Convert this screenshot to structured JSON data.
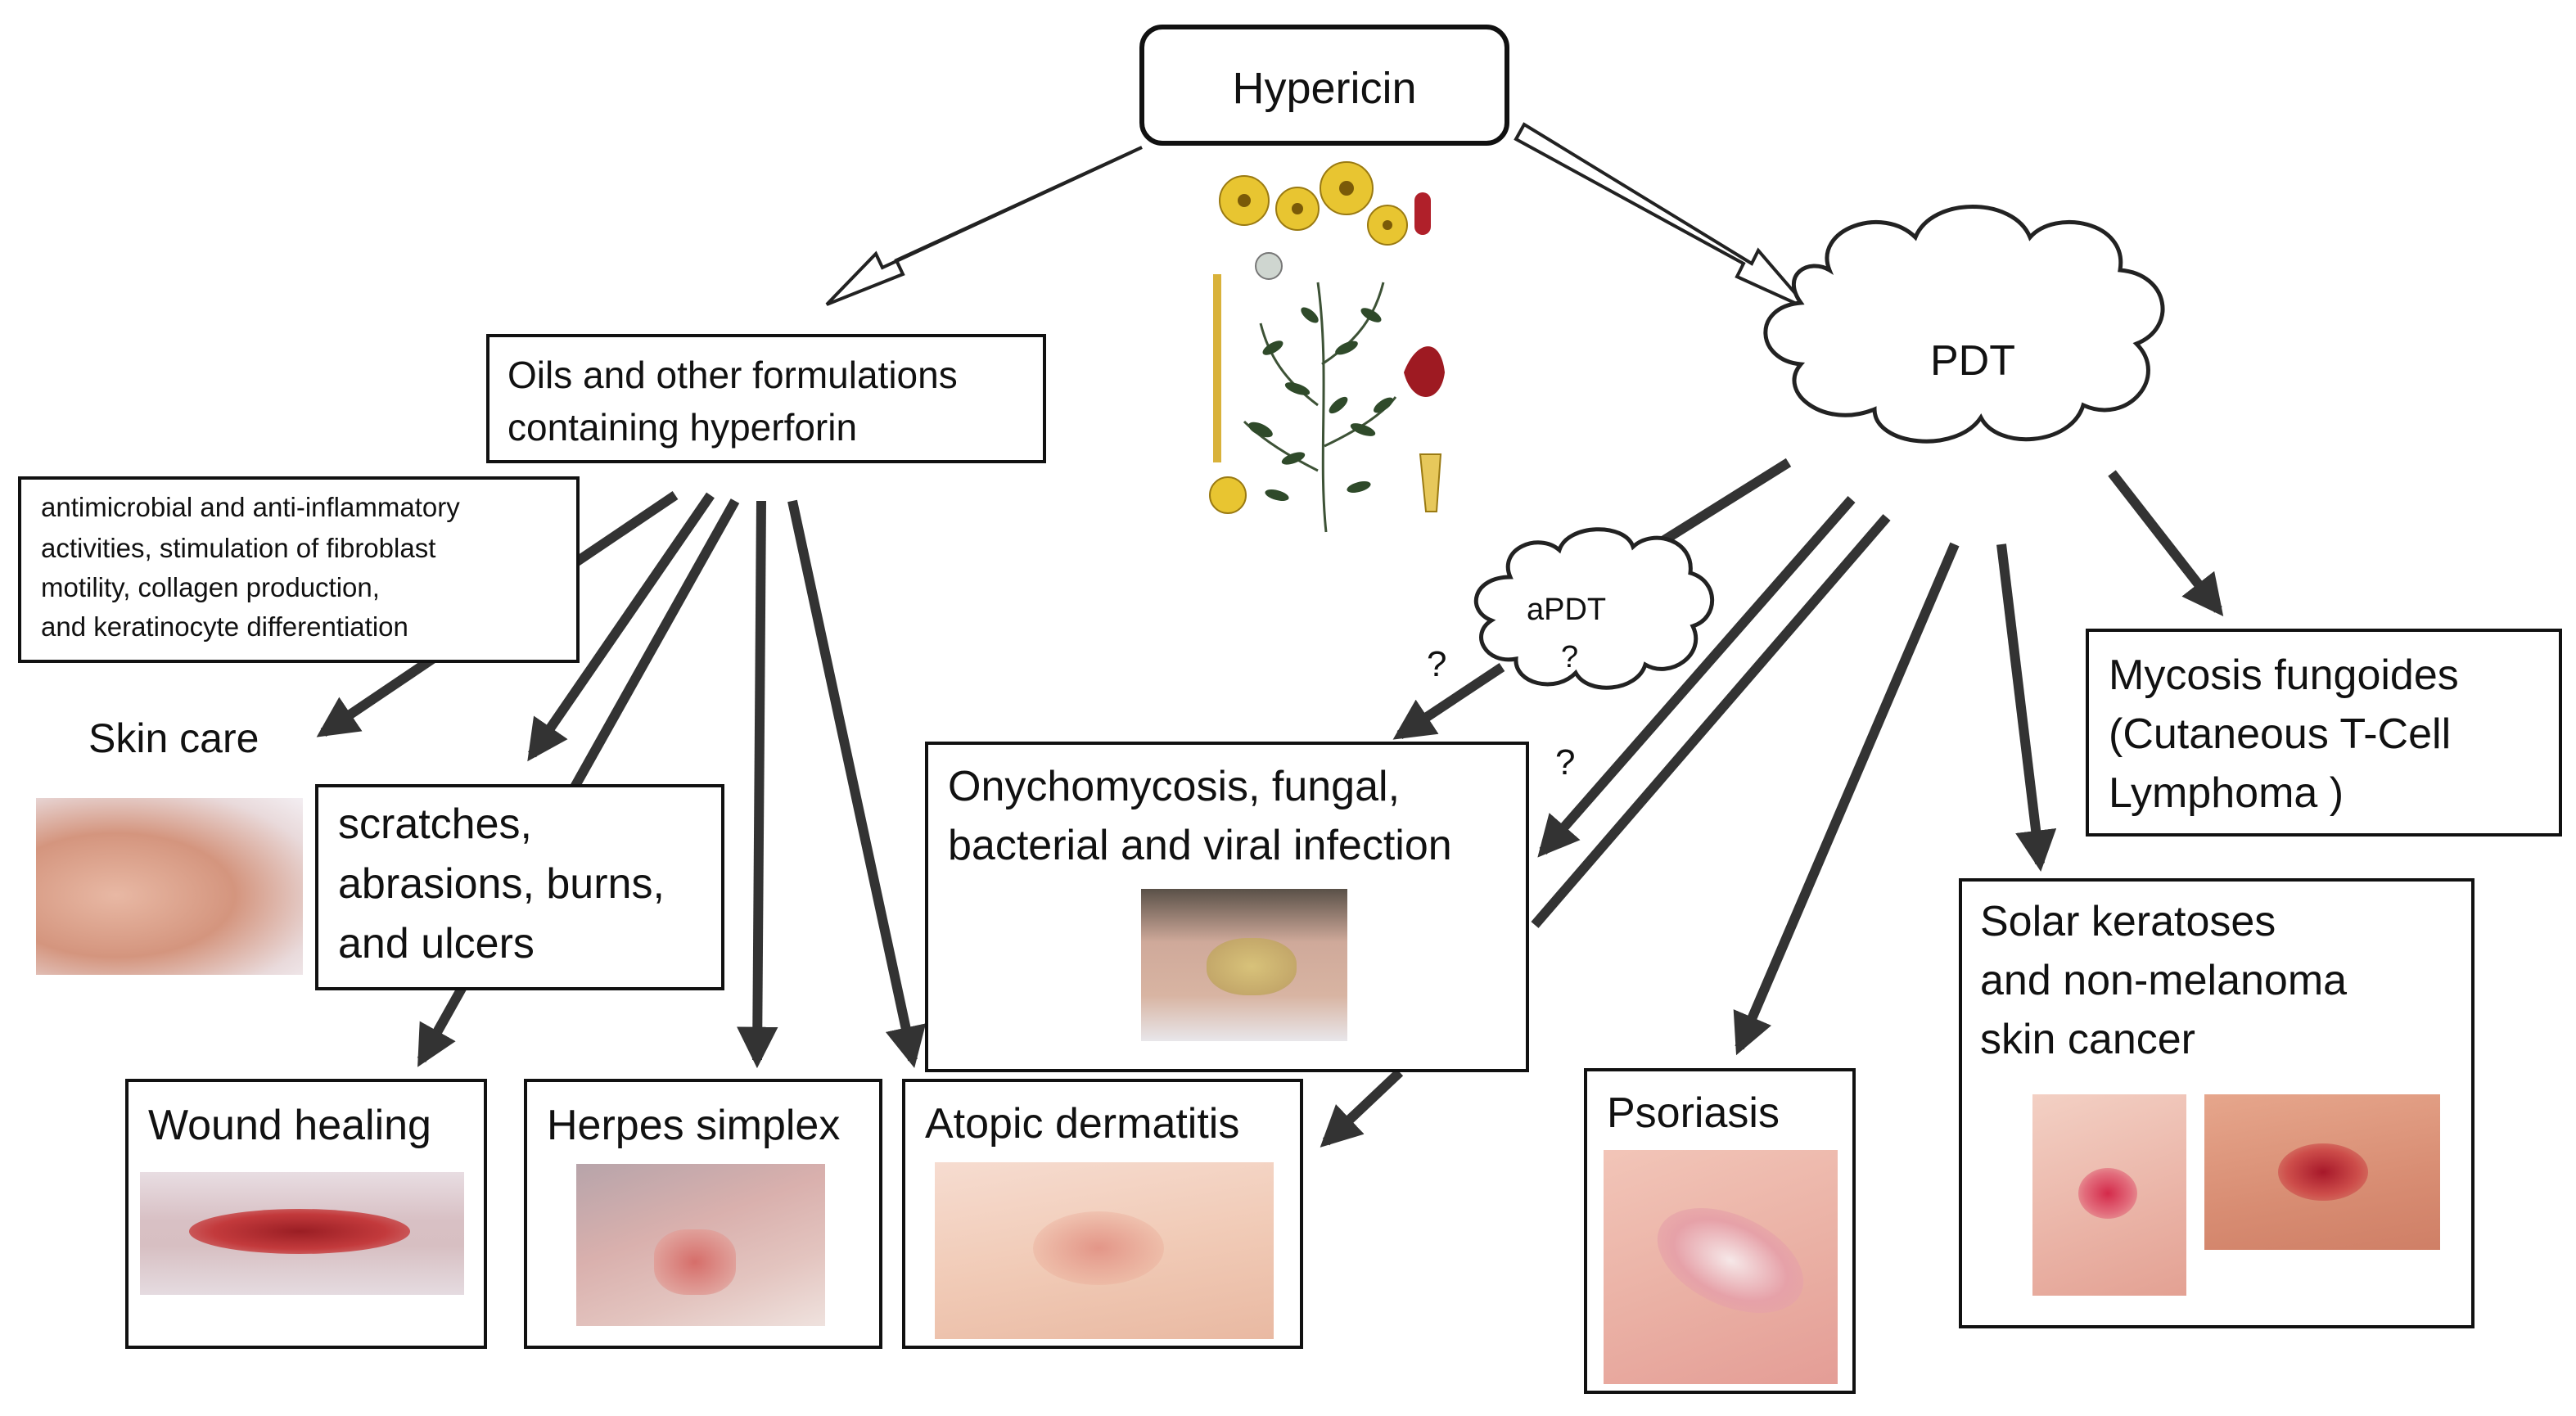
{
  "hypericin": "Hypericin",
  "oils": {
    "line1": "Oils and other formulations",
    "line2": "containing hyperforin"
  },
  "activities": {
    "line1": "antimicrobial and anti-inflammatory",
    "line2": "activities, stimulation of fibroblast",
    "line3": "motility, collagen production,",
    "line4": "and keratinocyte differentiation"
  },
  "pdt": "PDT",
  "apdt": {
    "line1": "aPDT",
    "line2": "?"
  },
  "question_mark": "?",
  "skin_care": "Skin care",
  "scratches": {
    "line1": "scratches,",
    "line2": "abrasions, burns,",
    "line3": "and ulcers"
  },
  "wound_healing": "Wound healing",
  "herpes": "Herpes simplex",
  "atopic": "Atopic dermatitis",
  "onycho": {
    "line1": "Onychomycosis, fungal,",
    "line2": "bacterial and viral infection"
  },
  "psoriasis": "Psoriasis",
  "mycosis": {
    "line1": "Mycosis fungoides",
    "line2": "(Cutaneous T-Cell",
    "line3": "Lymphoma )"
  },
  "solar": {
    "line1": "Solar keratoses",
    "line2": "and non-melanoma",
    "line3": " skin cancer"
  }
}
